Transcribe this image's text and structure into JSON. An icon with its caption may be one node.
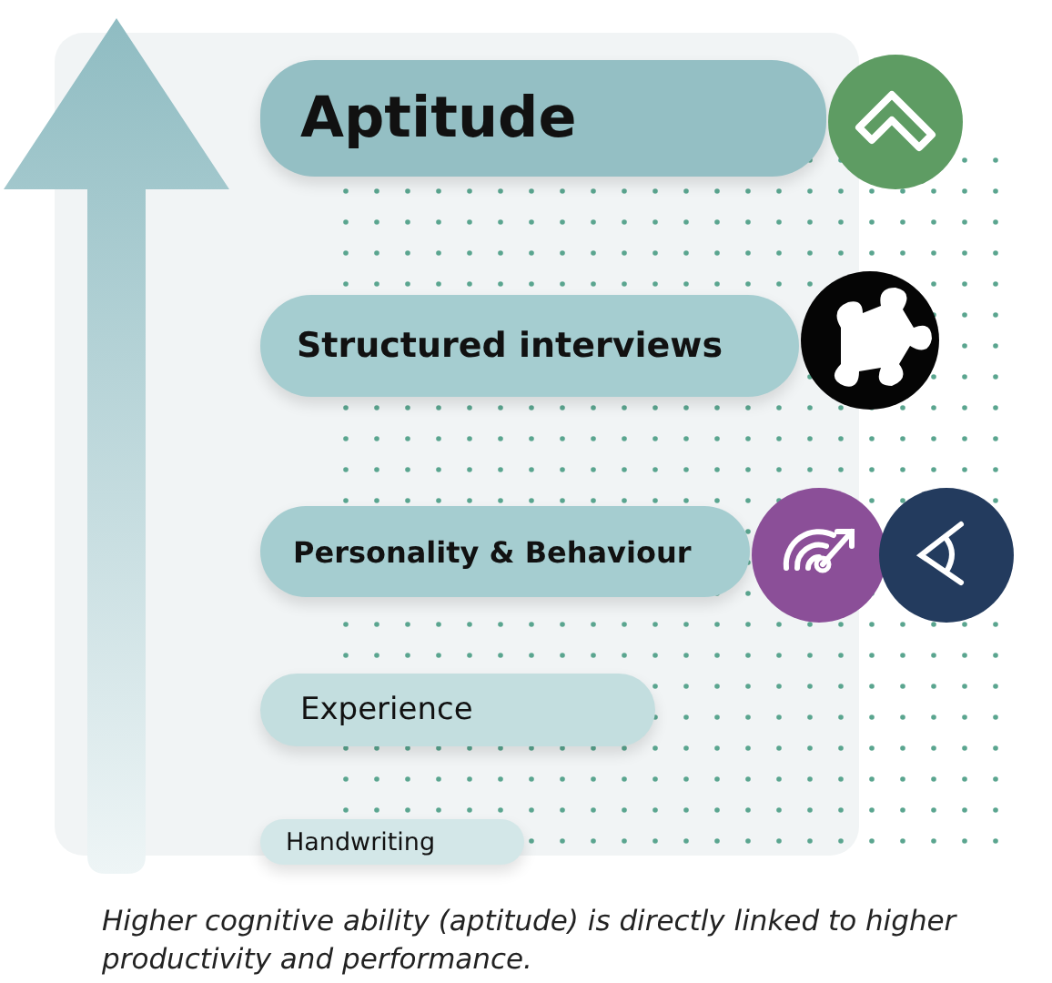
{
  "diagram": {
    "caption": "Higher cognitive ability (aptitude) is directly linked to higher productivity and performance.",
    "nodes": [
      {
        "text": [
          "Aptitude"
        ]
      },
      {
        "text": [
          "Structured interviews"
        ]
      },
      {
        "text": [
          "Personality & Behaviour"
        ]
      },
      {
        "text": [
          "Experience"
        ]
      },
      {
        "text": [
          "Handwriting"
        ]
      }
    ]
  }
}
